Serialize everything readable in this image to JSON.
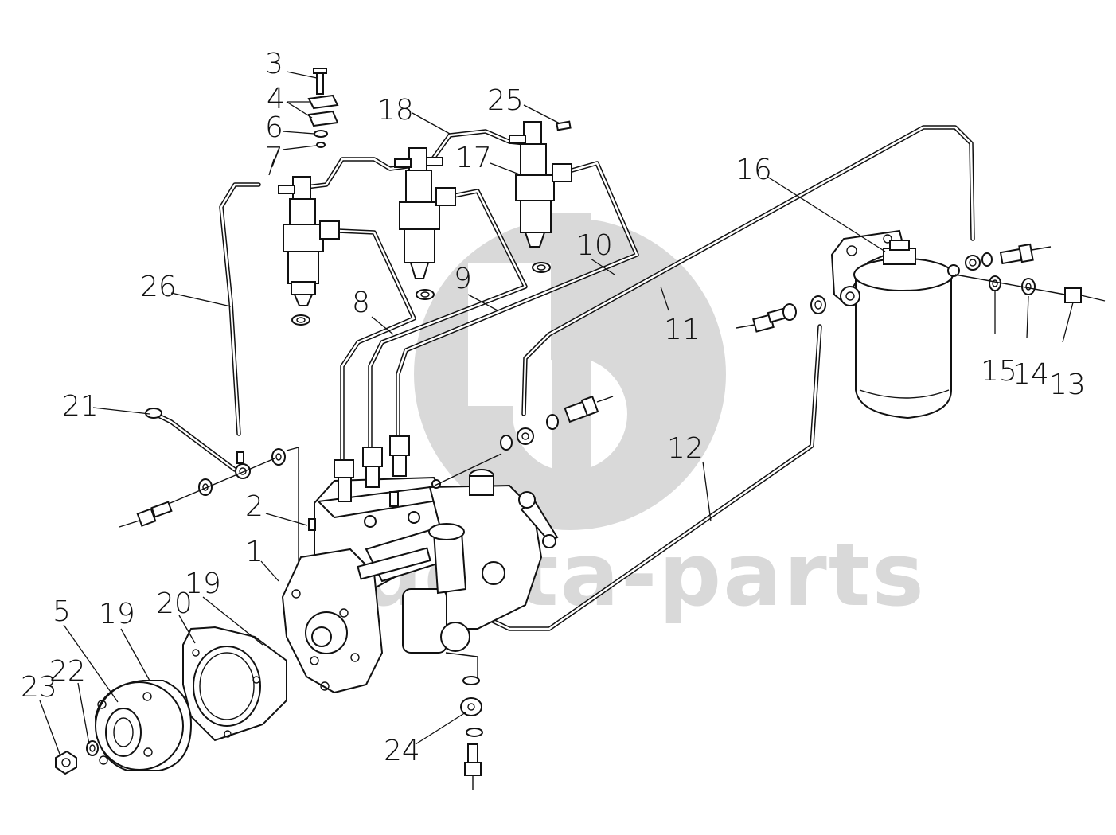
{
  "watermark": {
    "text": "delta-parts",
    "color": "#d9d9d9"
  },
  "callouts": [
    {
      "id": "1",
      "label": "1"
    },
    {
      "id": "2",
      "label": "2"
    },
    {
      "id": "3",
      "label": "3"
    },
    {
      "id": "4",
      "label": "4"
    },
    {
      "id": "5",
      "label": "5"
    },
    {
      "id": "6",
      "label": "6"
    },
    {
      "id": "7",
      "label": "7"
    },
    {
      "id": "8",
      "label": "8"
    },
    {
      "id": "9",
      "label": "9"
    },
    {
      "id": "10",
      "label": "10"
    },
    {
      "id": "11",
      "label": "11"
    },
    {
      "id": "12",
      "label": "12"
    },
    {
      "id": "13",
      "label": "13"
    },
    {
      "id": "14",
      "label": "14"
    },
    {
      "id": "15",
      "label": "15"
    },
    {
      "id": "16",
      "label": "16"
    },
    {
      "id": "17",
      "label": "17"
    },
    {
      "id": "18",
      "label": "18"
    },
    {
      "id": "19a",
      "label": "19"
    },
    {
      "id": "19b",
      "label": "19"
    },
    {
      "id": "20",
      "label": "20"
    },
    {
      "id": "21",
      "label": "21"
    },
    {
      "id": "22",
      "label": "22"
    },
    {
      "id": "23",
      "label": "23"
    },
    {
      "id": "24",
      "label": "24"
    },
    {
      "id": "25",
      "label": "25"
    },
    {
      "id": "26",
      "label": "26"
    }
  ]
}
